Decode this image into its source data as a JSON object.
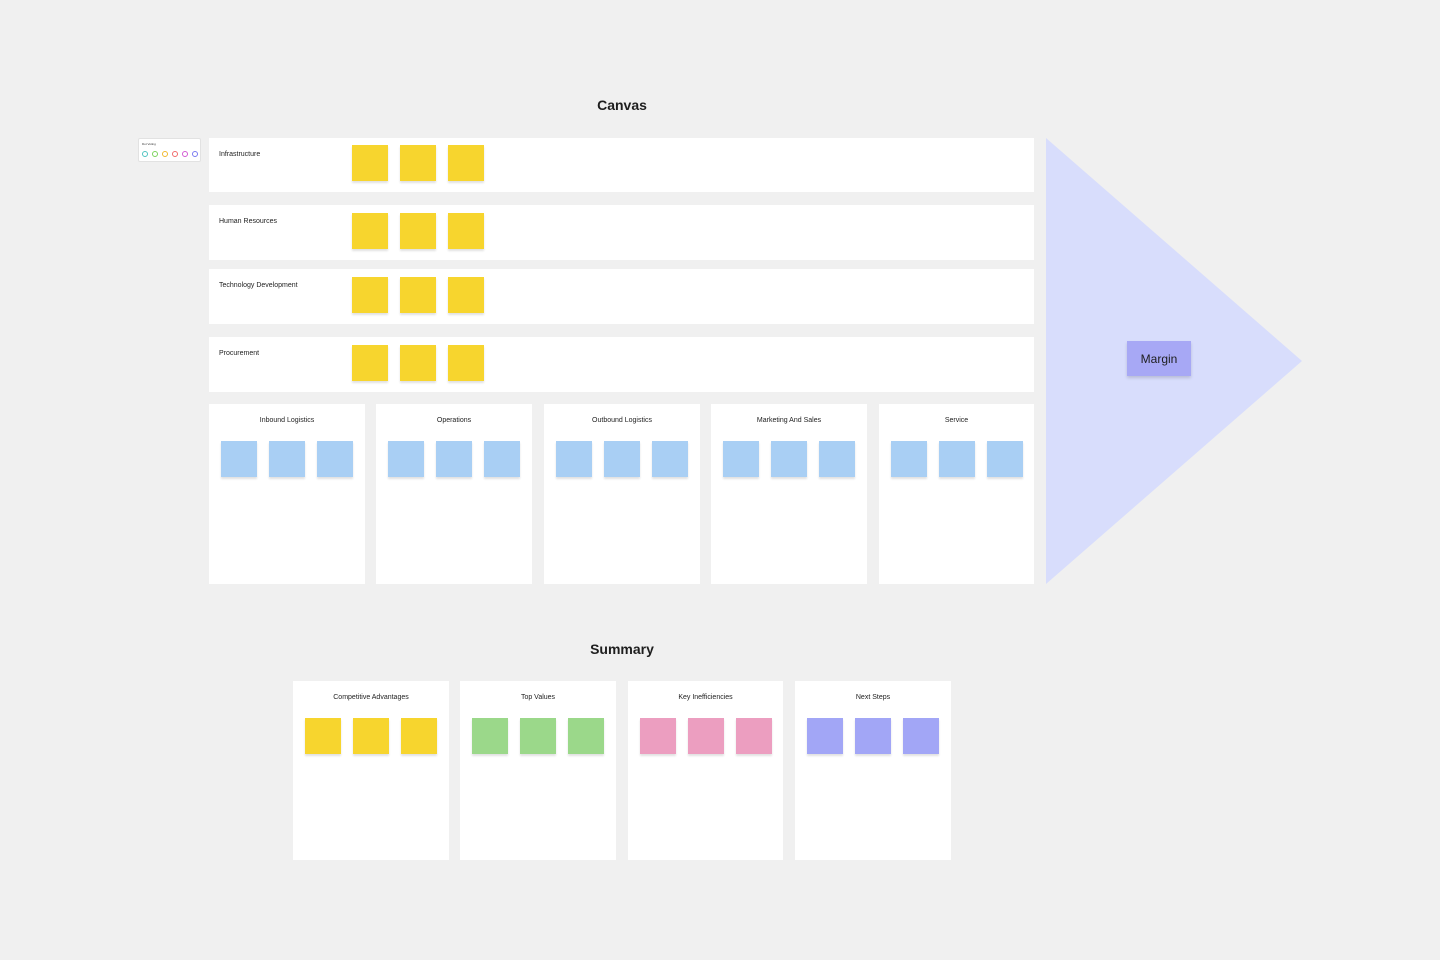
{
  "canvas": {
    "title": "Canvas",
    "support_rows": [
      {
        "label": "Infrastructure"
      },
      {
        "label": "Human Resources"
      },
      {
        "label": "Technology Development"
      },
      {
        "label": "Procurement"
      }
    ],
    "primary_columns": [
      {
        "label": "Inbound Logistics"
      },
      {
        "label": "Operations"
      },
      {
        "label": "Outbound Logistics"
      },
      {
        "label": "Marketing And Sales"
      },
      {
        "label": "Service"
      }
    ],
    "margin_label": "Margin"
  },
  "dot_voting": {
    "title": "Dot Voting",
    "dot_colors": [
      "#4fc3c0",
      "#7bd35a",
      "#f0b92e",
      "#f06a6a",
      "#d35ad3",
      "#7a7af0"
    ]
  },
  "summary": {
    "title": "Summary",
    "columns": [
      {
        "label": "Competitive Advantages",
        "sticky_color": "#f7d52e"
      },
      {
        "label": "Top Values",
        "sticky_color": "#9bd88a"
      },
      {
        "label": "Key Inefficiencies",
        "sticky_color": "#ec9ec0"
      },
      {
        "label": "Next Steps",
        "sticky_color": "#a2a6f6"
      }
    ]
  },
  "colors": {
    "yellow_sticky": "#f7d52e",
    "blue_sticky": "#a9cff4",
    "margin_arrow": "#d8ddfc",
    "margin_note": "#a7a8f5"
  }
}
